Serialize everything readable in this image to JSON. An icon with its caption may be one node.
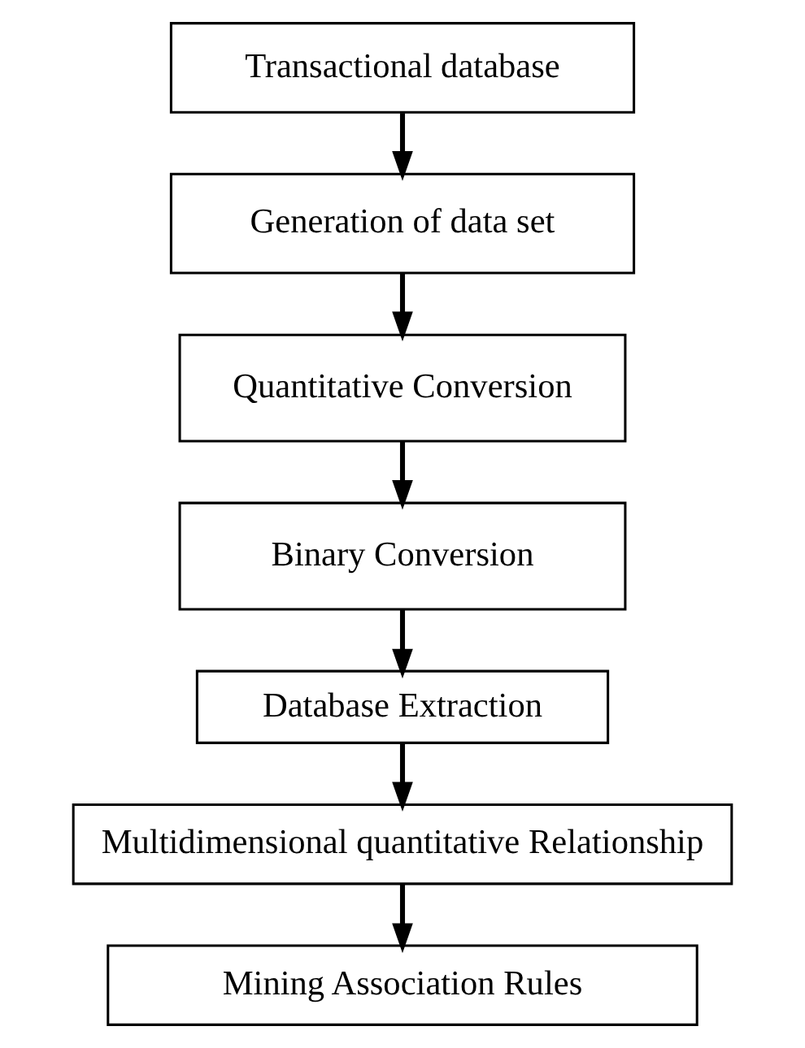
{
  "diagram": {
    "nodes": [
      {
        "text": [
          "Transactional database"
        ]
      },
      {
        "text": [
          "Generation of data set"
        ]
      },
      {
        "text": [
          "Quantitative Conversion"
        ]
      },
      {
        "text": [
          "Binary Conversion"
        ]
      },
      {
        "text": [
          "Database Extraction"
        ]
      },
      {
        "text": [
          "Multidimensional quantitative Relationship"
        ]
      },
      {
        "text": [
          "Mining Association Rules"
        ]
      }
    ],
    "edges": [
      {
        "from": 0,
        "to": 1,
        "arrow": "to"
      },
      {
        "from": 1,
        "to": 2,
        "arrow": "to"
      },
      {
        "from": 2,
        "to": 3,
        "arrow": "to"
      },
      {
        "from": 3,
        "to": 4,
        "arrow": "to"
      },
      {
        "from": 4,
        "to": 5,
        "arrow": "to"
      },
      {
        "from": 5,
        "to": 6,
        "arrow": "to"
      }
    ]
  }
}
